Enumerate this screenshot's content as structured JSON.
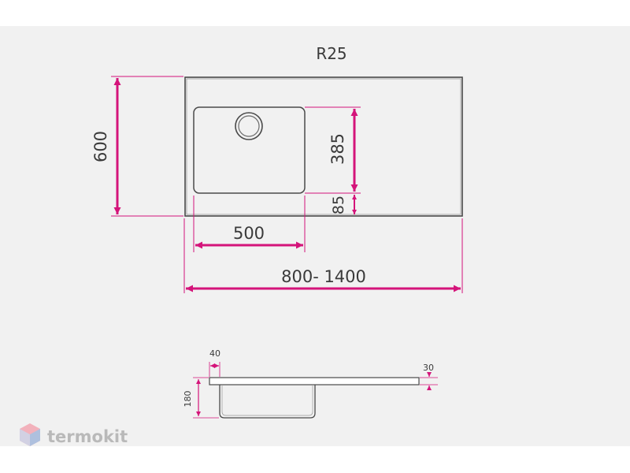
{
  "drawing": {
    "top_view": {
      "radius_label": "R25",
      "depth_label": "600",
      "bowl_depth_label": "385",
      "bowl_offset_label": "85",
      "bowl_width_label": "500",
      "total_width_label": "800- 1400"
    },
    "side_view": {
      "rim_offset_label": "40",
      "thickness_label": "30",
      "height_label": "180"
    }
  },
  "watermark": {
    "brand": "termokit"
  },
  "colors": {
    "background": "#f1f1f1",
    "outline": "#4a4a4a",
    "dimension": "#d4147a",
    "text": "#3a3a3a",
    "brand_text": "#b9b9b9",
    "logo_pink": "#f2a6b2",
    "logo_blue": "#a6c2e2"
  }
}
